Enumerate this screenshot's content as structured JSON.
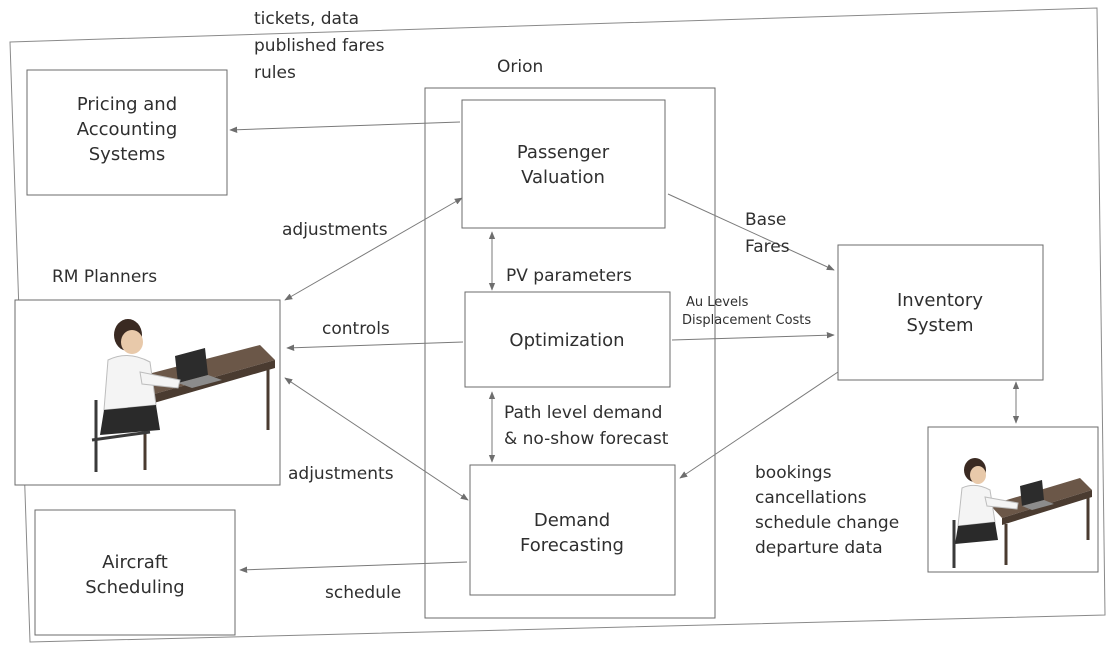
{
  "orion": {
    "title": "Orion"
  },
  "boxes": {
    "pricing": [
      "Pricing and",
      "Accounting",
      "Systems"
    ],
    "passenger_valuation": [
      "Passenger",
      "Valuation"
    ],
    "optimization": [
      "Optimization"
    ],
    "demand_forecasting": [
      "Demand",
      "Forecasting"
    ],
    "inventory": [
      "Inventory",
      "System"
    ],
    "aircraft": [
      "Aircraft",
      "Scheduling"
    ]
  },
  "actors": {
    "rm_planners": "RM Planners"
  },
  "flows": {
    "tickets": [
      "tickets, data",
      "published fares",
      "rules"
    ],
    "adjustments_top": "adjustments",
    "pv_parameters": "PV parameters",
    "base_fares": [
      "Base",
      "Fares"
    ],
    "controls": "controls",
    "au_levels": [
      "Au Levels",
      "Displacement Costs"
    ],
    "path_level": [
      "Path level demand",
      "& no-show forecast"
    ],
    "adjustments_bottom": "adjustments",
    "bookings": [
      "bookings",
      "cancellations",
      "schedule change",
      "departure data"
    ],
    "schedule": "schedule"
  },
  "icons": {
    "planner_person": "person-at-laptop-icon",
    "inventory_person": "person-at-laptop-icon"
  }
}
